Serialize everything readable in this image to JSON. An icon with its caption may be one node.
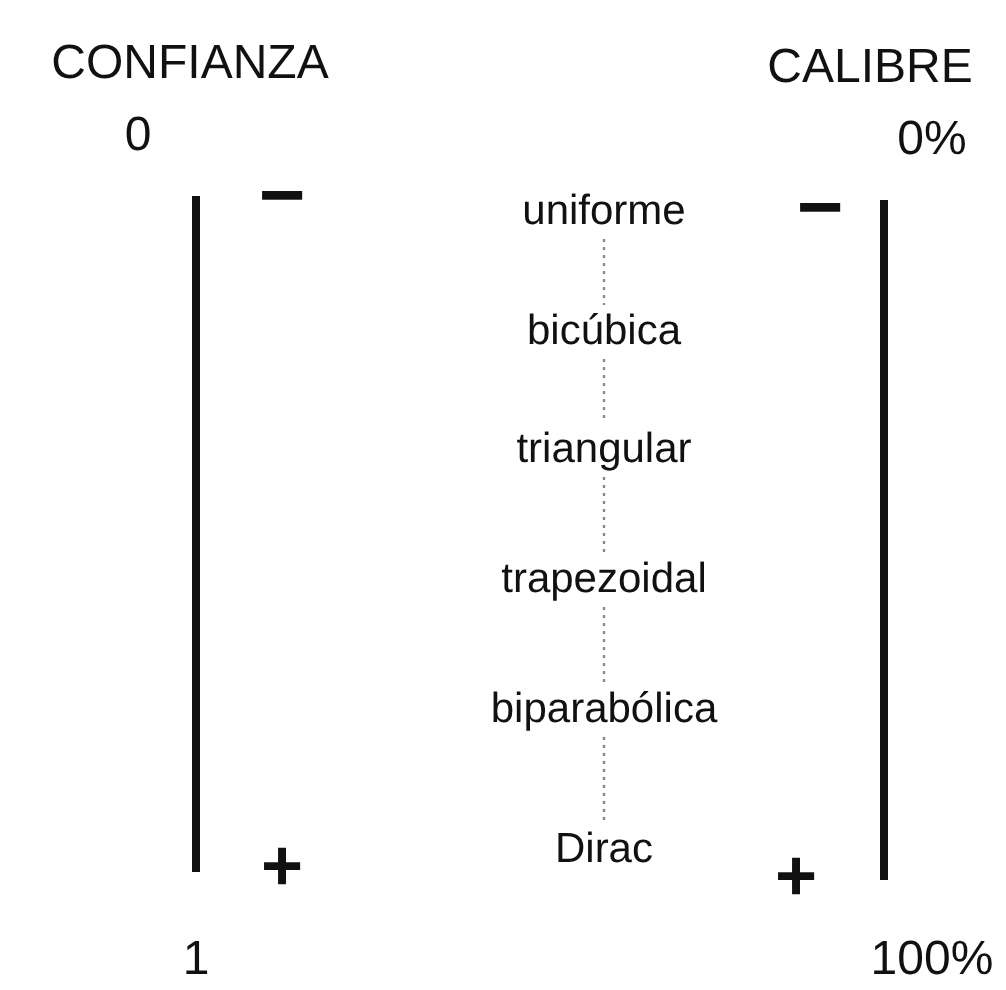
{
  "diagram": {
    "nodes": [
      {
        "text": [
          "uniforme"
        ]
      },
      {
        "text": [
          "bicúbica"
        ]
      },
      {
        "text": [
          "triangular"
        ]
      },
      {
        "text": [
          "trapezoidal"
        ]
      },
      {
        "text": [
          "biparabólica"
        ]
      },
      {
        "text": [
          "Dirac"
        ]
      }
    ],
    "edges": [
      {
        "from": 0,
        "to": 1,
        "arrow": "none",
        "style": "dashed"
      },
      {
        "from": 1,
        "to": 2,
        "arrow": "none",
        "style": "dashed"
      },
      {
        "from": 2,
        "to": 3,
        "arrow": "none",
        "style": "dashed"
      },
      {
        "from": 3,
        "to": 4,
        "arrow": "none",
        "style": "dashed"
      },
      {
        "from": 4,
        "to": 5,
        "arrow": "none",
        "style": "dashed"
      }
    ],
    "labels": [
      "CONFIANZA",
      "CALIBRE",
      "0",
      "0%",
      "−",
      "−",
      "+",
      "+",
      "1",
      "100%"
    ]
  }
}
